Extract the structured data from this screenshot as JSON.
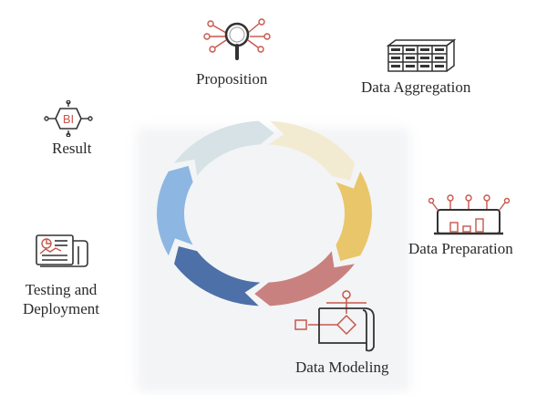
{
  "stages": [
    {
      "id": "proposition",
      "label": "Proposition",
      "icon": "magnifier-network-icon"
    },
    {
      "id": "data-aggregation",
      "label": "Data Aggregation",
      "icon": "server-racks-icon"
    },
    {
      "id": "data-preparation",
      "label": "Data Preparation",
      "icon": "dashboard-chart-icon"
    },
    {
      "id": "data-modeling",
      "label": "Data Modeling",
      "icon": "flowchart-document-icon"
    },
    {
      "id": "testing-deployment",
      "label_line1": "Testing and",
      "label_line2": "Deployment",
      "icon": "report-document-icon"
    },
    {
      "id": "result",
      "label": "Result",
      "icon": "bi-hexagon-icon",
      "icon_text": "BI"
    }
  ],
  "colors": {
    "accent_red": "#c8564a",
    "icon_dark": "#3a3a3a",
    "segments": [
      "#f3ead2",
      "#e9c66a",
      "#c98180",
      "#4e70a8",
      "#8db6e2",
      "#d6e2e6"
    ]
  }
}
